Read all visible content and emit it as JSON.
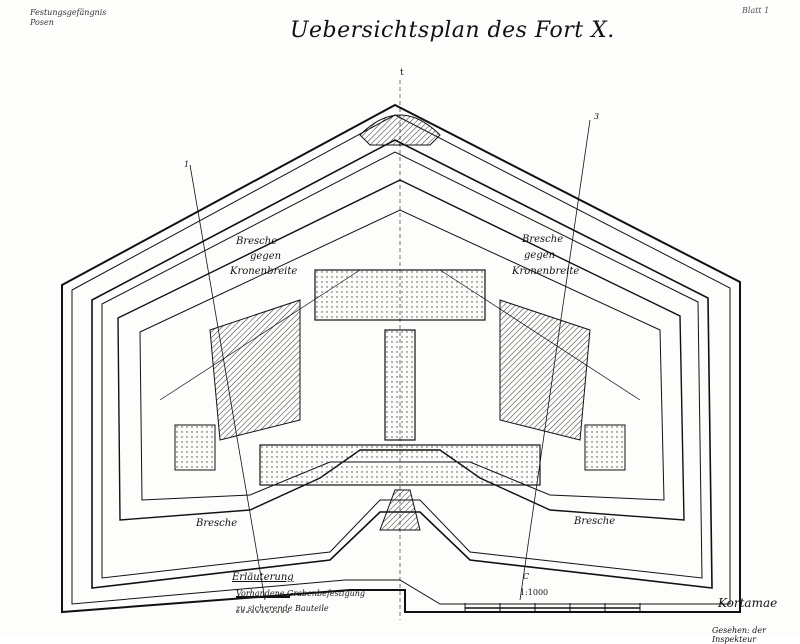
{
  "document": {
    "title": "Uebersichtsplan des Fort X.",
    "corner_top_left_line1": "Festungsgefängnis",
    "corner_top_left_line2": "Posen",
    "corner_top_right": "Blatt 1"
  },
  "plan_labels": {
    "north_marker": "t",
    "bresche_left_upper": "Bresche",
    "kronenbreite_left_1": "gegen",
    "kronenbreite_left_2": "Kronenbreite",
    "bresche_right_upper": "Bresche",
    "kronenbreite_right_1": "gegen",
    "kronenbreite_right_2": "Kronenbreite",
    "bresche_left_lower": "Bresche",
    "bresche_right_lower": "Bresche",
    "section_mark_c": "C",
    "section_mark_3": "3",
    "section_mark_1": "1"
  },
  "legend": {
    "heading": "Erläuterung",
    "row1": "Vorhandene Grabenbefestigung",
    "row2": "zu sicherende Bauteile"
  },
  "scale": {
    "label": "1:1000"
  },
  "signature": {
    "name": "Kortamae",
    "note": "Gesehen: der Inspekteur"
  },
  "colors": {
    "ink": "#111111",
    "paper": "#fdfdfb",
    "hatch": "#333333"
  }
}
